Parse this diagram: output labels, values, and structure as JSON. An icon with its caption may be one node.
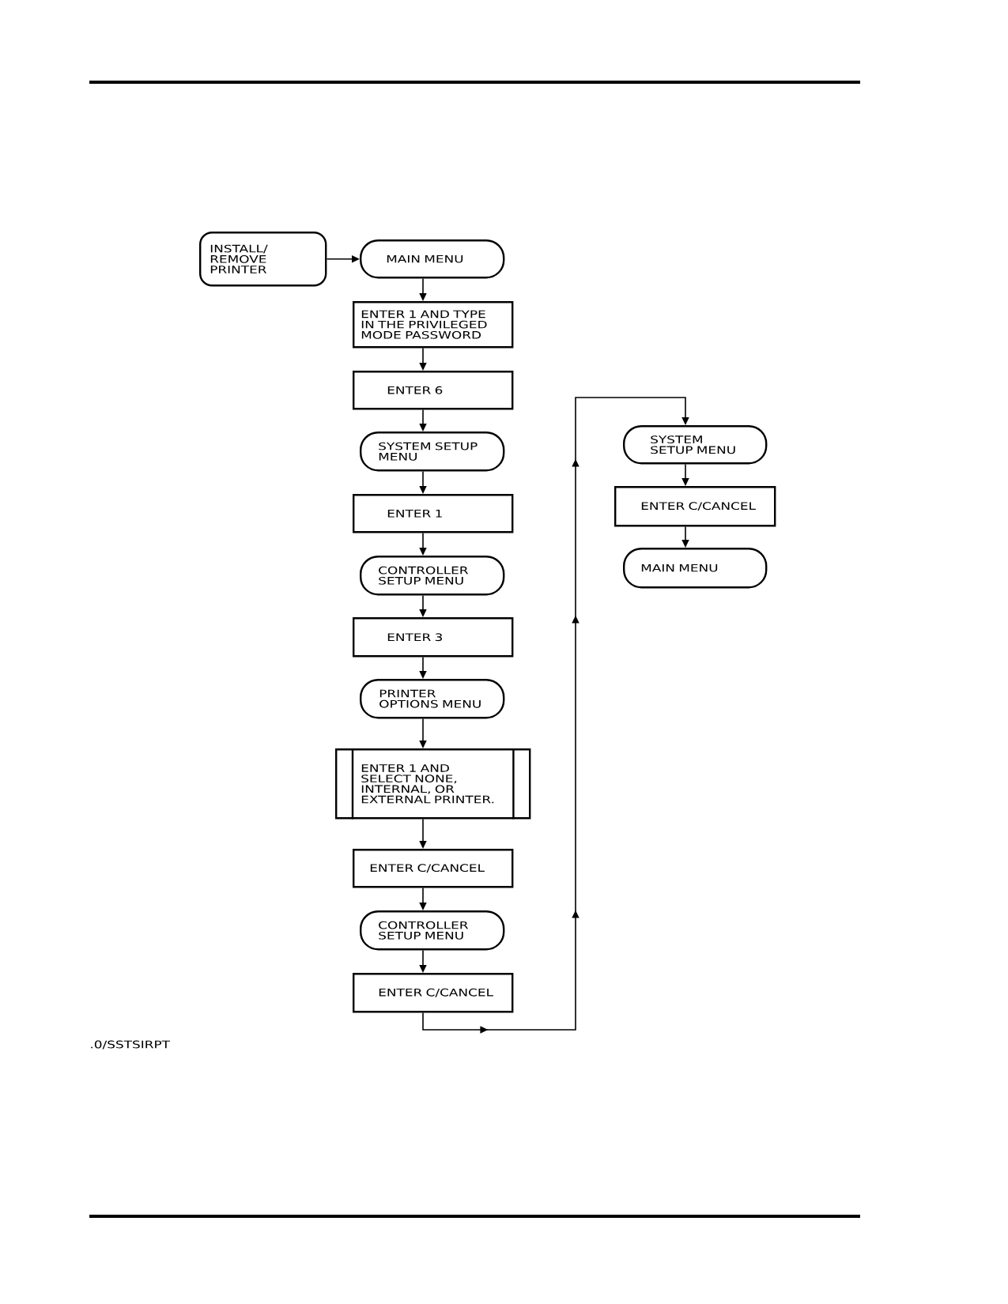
{
  "diagram": {
    "nodes": [
      {
        "text": [
          "INSTALL/ REMOVE PRINTER"
        ]
      },
      {
        "text": [
          "MAIN MENU"
        ]
      },
      {
        "text": [
          "ENTER 1 AND TYPE IN THE PRIVILEGED MODE PASSWORD"
        ]
      },
      {
        "text": [
          "ENTER 6"
        ]
      },
      {
        "text": [
          "SYSTEM SETUP MENU"
        ]
      },
      {
        "text": [
          "ENTER 1"
        ]
      },
      {
        "text": [
          "CONTROLLER SETUP MENU"
        ]
      },
      {
        "text": [
          "ENTER 3"
        ]
      },
      {
        "text": [
          "PRINTER OPTIONS MENU"
        ]
      },
      {
        "text": [
          "ENTER 1 AND SELECT NONE, INTERNAL, OR EXTERNAL PRINTER."
        ]
      },
      {
        "text": [
          "ENTER C/CANCEL"
        ]
      },
      {
        "text": [
          "CONTROLLER SETUP MENU"
        ]
      },
      {
        "text": [
          "ENTER C/CANCEL"
        ]
      },
      {
        "text": [
          "SYSTEM SETUP MENU"
        ]
      },
      {
        "text": [
          "ENTER C/CANCEL"
        ]
      },
      {
        "text": [
          "MAIN MENU"
        ]
      }
    ],
    "edges": [
      {
        "from": 0,
        "to": 1,
        "arrow": "to"
      },
      {
        "from": 1,
        "to": 2,
        "arrow": "to"
      },
      {
        "from": 2,
        "to": 3,
        "arrow": "to"
      },
      {
        "from": 3,
        "to": 4,
        "arrow": "to"
      },
      {
        "from": 4,
        "to": 5,
        "arrow": "to"
      },
      {
        "from": 5,
        "to": 6,
        "arrow": "to"
      },
      {
        "from": 6,
        "to": 7,
        "arrow": "to"
      },
      {
        "from": 7,
        "to": 8,
        "arrow": "to"
      },
      {
        "from": 8,
        "to": 9,
        "arrow": "to"
      },
      {
        "from": 9,
        "to": 10,
        "arrow": "to"
      },
      {
        "from": 10,
        "to": 11,
        "arrow": "to"
      },
      {
        "from": 11,
        "to": 12,
        "arrow": "to"
      },
      {
        "from": 12,
        "to": 13,
        "arrow": "to"
      },
      {
        "from": 13,
        "to": 14,
        "arrow": "to"
      },
      {
        "from": 14,
        "to": 15,
        "arrow": "to"
      }
    ],
    "labels": [
      ".0/SSTSIRPT"
    ]
  }
}
